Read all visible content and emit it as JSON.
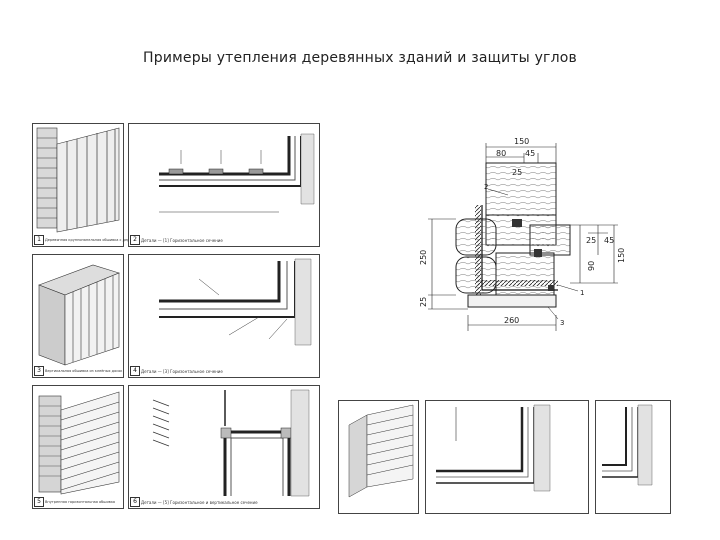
{
  "title": "Примеры утепления деревянных зданий и защиты углов",
  "panels": [
    {
      "num": "1",
      "caption": "Деревянная крупнопанельная обшивка с деревянной рейкой"
    },
    {
      "num": "2",
      "caption": "Детали — [1] Горизонтальное сечение"
    },
    {
      "num": "3",
      "caption": "Вертикальная обшивка из клеёных досок"
    },
    {
      "num": "4",
      "caption": "Детали — [3] Горизонтальное сечение"
    },
    {
      "num": "5",
      "caption": "Внутренняя горизонтальная обшивка"
    },
    {
      "num": "6",
      "caption": "Детали — [5] Горизонтальное и вертикальное сечение"
    }
  ],
  "detail_dims": {
    "d150": "150",
    "d80": "80",
    "d45": "45",
    "d25a": "25",
    "d250": "250",
    "d25b": "25",
    "d260": "260",
    "d25r": "25",
    "d45r": "45",
    "d90": "90",
    "d150r": "150"
  },
  "detail_labels": {
    "l1": "1",
    "l2": "2",
    "l3": "3"
  }
}
